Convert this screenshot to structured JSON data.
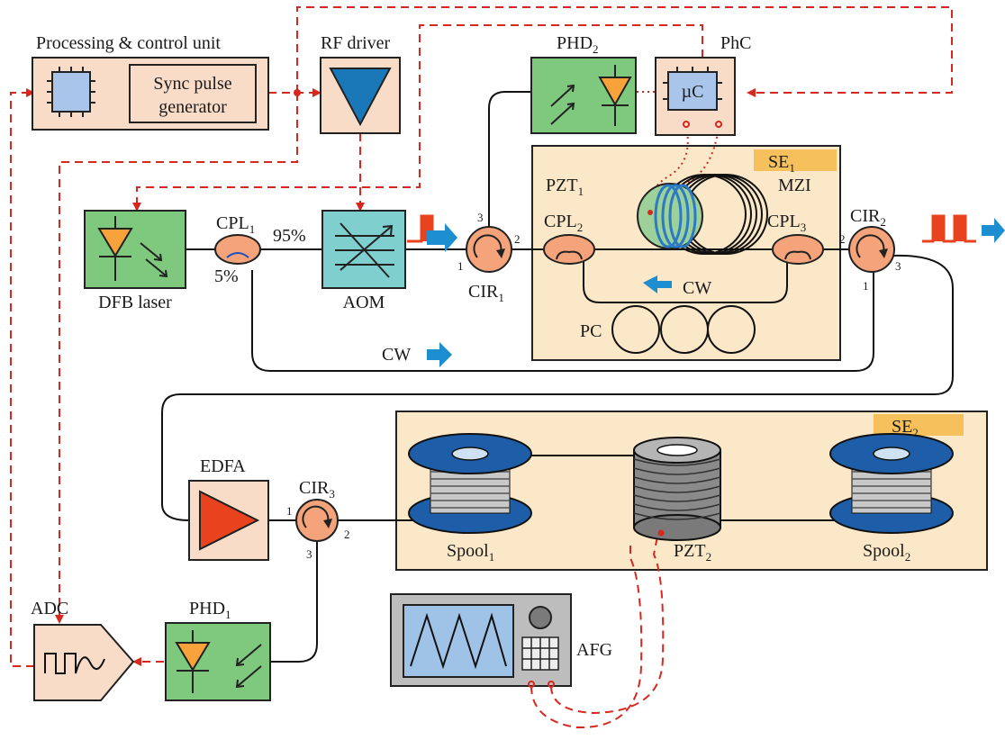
{
  "blocks": {
    "processing_unit": "Processing & control unit",
    "sync_pulse_line1": "Sync pulse",
    "sync_pulse_line2": "generator",
    "rf_driver": "RF driver",
    "phd2": "PHD",
    "phd2_sub": "2",
    "phc": "PhC",
    "uc": "µC",
    "dfb_laser": "DFB laser",
    "aom": "AOM",
    "edfa": "EDFA",
    "adc": "ADC",
    "phd1": "PHD",
    "phd1_sub": "1",
    "afg": "AFG",
    "pc": "PC",
    "mzi": "MZI"
  },
  "couplers": {
    "cpl1": "CPL",
    "cpl1_sub": "1",
    "cpl2": "CPL",
    "cpl2_sub": "2",
    "cpl3": "CPL",
    "cpl3_sub": "3",
    "split_95": "95%",
    "split_5": "5%"
  },
  "circulators": {
    "cir1": "CIR",
    "cir1_sub": "1",
    "cir2": "CIR",
    "cir2_sub": "2",
    "cir3": "CIR",
    "cir3_sub": "3",
    "port_1": "1",
    "port_2": "2",
    "port_3": "3"
  },
  "enclosures": {
    "se1": "SE",
    "se1_sub": "1",
    "se2": "SE",
    "se2_sub": "2"
  },
  "piezo": {
    "pzt1": "PZT",
    "pzt1_sub": "1",
    "pzt2": "PZT",
    "pzt2_sub": "2"
  },
  "spools": {
    "spool1": "Spool",
    "spool1_sub": "1",
    "spool2": "Spool",
    "spool2_sub": "2"
  },
  "beams": {
    "cw_top": "CW",
    "cw_bottom": "CW"
  },
  "colors": {
    "peach": "#f8dcc8",
    "green": "#7fc97f",
    "orange_fill": "#f7a23b",
    "coupler": "#f4a37a",
    "blue_arrow": "#1d8fd1",
    "red_dash": "#d6281e",
    "enclosure": "#fbe8c8",
    "enclosure_tag": "#f6c15c"
  }
}
